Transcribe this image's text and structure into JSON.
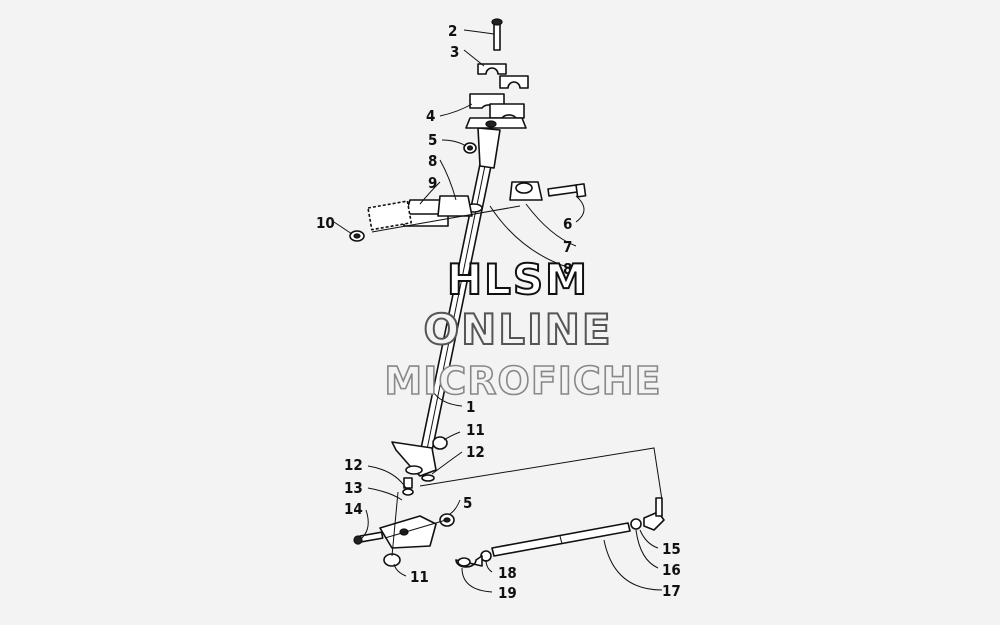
{
  "diagram": {
    "watermark": {
      "line1": "HLSM",
      "line2": "ONLINE",
      "line3": "MICROFICHE"
    },
    "callouts": {
      "c2": "2",
      "c3": "3",
      "c4": "4",
      "c5a": "5",
      "c8a": "8",
      "c9": "9",
      "c10": "10",
      "c6": "6",
      "c7": "7",
      "c8b": "8",
      "c1": "1",
      "c11a": "11",
      "c12a": "12",
      "c12b": "12",
      "c13": "13",
      "c14": "14",
      "c5b": "5",
      "c11b": "11",
      "c15": "15",
      "c16": "16",
      "c17": "17",
      "c18": "18",
      "c19": "19"
    },
    "parts": [
      {
        "id": "steering-post",
        "callout": "1"
      },
      {
        "id": "handlebar-bolt",
        "callout": "2"
      },
      {
        "id": "handlebar-clamp-cap",
        "callout": "3"
      },
      {
        "id": "handlebar-block",
        "callout": "4"
      },
      {
        "id": "lock-nut",
        "callout": "5"
      },
      {
        "id": "cap-screw",
        "callout": "6"
      },
      {
        "id": "bearing-clamp",
        "callout": "7"
      },
      {
        "id": "bushing",
        "callout": "8"
      },
      {
        "id": "bearing-housing",
        "callout": "9"
      },
      {
        "id": "flange-nut",
        "callout": "10"
      },
      {
        "id": "nut",
        "callout": "11"
      },
      {
        "id": "washer",
        "callout": "12"
      },
      {
        "id": "bushing-lower",
        "callout": "13"
      },
      {
        "id": "bolt",
        "callout": "14"
      },
      {
        "id": "tie-rod-end",
        "callout": "15"
      },
      {
        "id": "jam-nut",
        "callout": "16"
      },
      {
        "id": "tie-rod",
        "callout": "17"
      },
      {
        "id": "jam-nut-lh",
        "callout": "18"
      },
      {
        "id": "tie-rod-end-lh",
        "callout": "19"
      }
    ]
  }
}
